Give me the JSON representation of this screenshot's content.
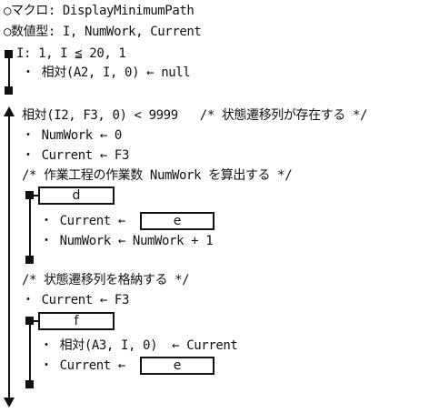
{
  "header": {
    "macro_line": "○マクロ: DisplayMinimumPath",
    "vars_line": "○数値型: I, NumWork, Current"
  },
  "loop1": {
    "condition": "I: 1, I ≦ 20, 1",
    "body": "・ 相対(A2, I, 0) ← null"
  },
  "loop2": {
    "condition": "相対(I2, F3, 0) < 9999   /* 状態遷移列が存在する */",
    "init_numwork": "・ NumWork ← 0",
    "init_current": "・ Current ← F3",
    "comment_count": "/* 作業工程の作業数 NumWork を算出する */",
    "inner1_label": "d",
    "inner1_current_prefix": "・ Current ←",
    "inner1_current_blank": "e",
    "inner1_numwork": "・ NumWork ← NumWork + 1",
    "comment_store": "/* 状態遷移列を格納する */",
    "reset_current": "・ Current ← F3",
    "inner2_label": "f",
    "inner2_assign": "・ 相対(A3, I, 0)  ← Current",
    "inner2_current_prefix": "・ Current ←",
    "inner2_current_blank": "e"
  }
}
